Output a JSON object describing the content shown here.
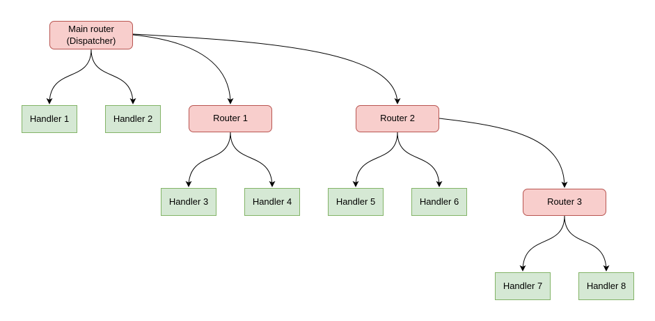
{
  "diagram": {
    "background": "#ffffff",
    "edge_color": "#000000",
    "styles": {
      "router": {
        "fill": "#F8CECC",
        "stroke": "#B85450"
      },
      "handler": {
        "fill": "#D5E8D4",
        "stroke": "#82B366"
      }
    },
    "nodes": {
      "main_router": {
        "label": "Main router\n(Dispatcher)",
        "type": "router"
      },
      "handler_1": {
        "label": "Handler 1",
        "type": "handler"
      },
      "handler_2": {
        "label": "Handler 2",
        "type": "handler"
      },
      "router_1": {
        "label": "Router 1",
        "type": "router"
      },
      "router_2": {
        "label": "Router 2",
        "type": "router"
      },
      "handler_3": {
        "label": "Handler 3",
        "type": "handler"
      },
      "handler_4": {
        "label": "Handler 4",
        "type": "handler"
      },
      "handler_5": {
        "label": "Handler 5",
        "type": "handler"
      },
      "handler_6": {
        "label": "Handler 6",
        "type": "handler"
      },
      "router_3": {
        "label": "Router 3",
        "type": "router"
      },
      "handler_7": {
        "label": "Handler 7",
        "type": "handler"
      },
      "handler_8": {
        "label": "Handler 8",
        "type": "handler"
      }
    },
    "edges": [
      {
        "from": "main_router",
        "to": "handler_1"
      },
      {
        "from": "main_router",
        "to": "handler_2"
      },
      {
        "from": "main_router",
        "to": "router_1"
      },
      {
        "from": "main_router",
        "to": "router_2"
      },
      {
        "from": "router_1",
        "to": "handler_3"
      },
      {
        "from": "router_1",
        "to": "handler_4"
      },
      {
        "from": "router_2",
        "to": "handler_5"
      },
      {
        "from": "router_2",
        "to": "handler_6"
      },
      {
        "from": "router_2",
        "to": "router_3"
      },
      {
        "from": "router_3",
        "to": "handler_7"
      },
      {
        "from": "router_3",
        "to": "handler_8"
      }
    ]
  }
}
